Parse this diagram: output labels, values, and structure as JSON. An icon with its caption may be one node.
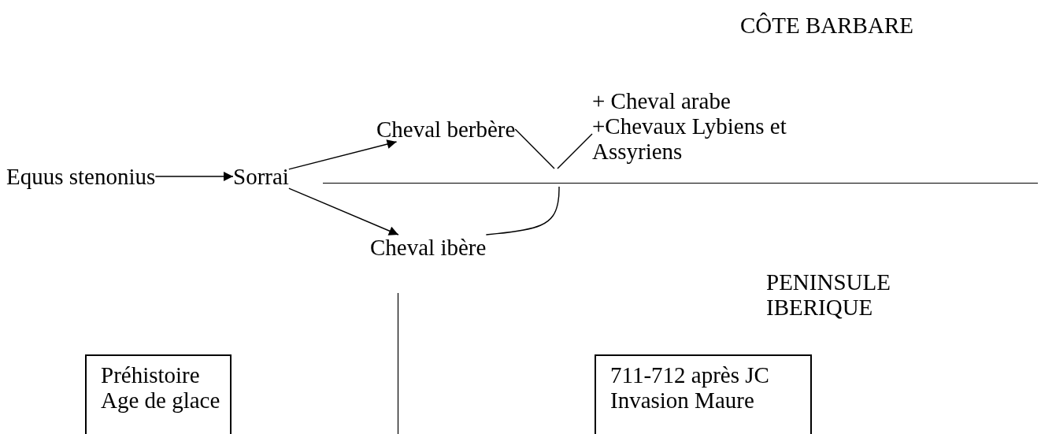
{
  "diagram": {
    "nodes": [
      {
        "text": [
          "Equus stenonius"
        ]
      },
      {
        "text": [
          "Sorrai"
        ]
      },
      {
        "text": [
          "Cheval berbère"
        ]
      },
      {
        "text": [
          "+ Cheval arabe +Chevaux Lybiens et Assyriens"
        ]
      },
      {
        "text": [
          "Cheval ibère"
        ]
      },
      {
        "text": [
          "Préhistoire Age de glace"
        ]
      },
      {
        "text": [
          "711-712 après JC Invasion Maure"
        ]
      }
    ],
    "edges": [
      {
        "from": 0,
        "to": 1,
        "arrow": "to"
      },
      {
        "from": 1,
        "to": 2,
        "arrow": "to"
      },
      {
        "from": 1,
        "to": 4,
        "arrow": "to"
      },
      {
        "from": 2,
        "to": null,
        "arrow": "none"
      },
      {
        "from": 4,
        "to": null,
        "arrow": "none"
      },
      {
        "from": 3,
        "to": null,
        "arrow": "none"
      }
    ],
    "labels": [
      "CÔTE BARBARE",
      "PENINSULE IBERIQUE"
    ]
  }
}
